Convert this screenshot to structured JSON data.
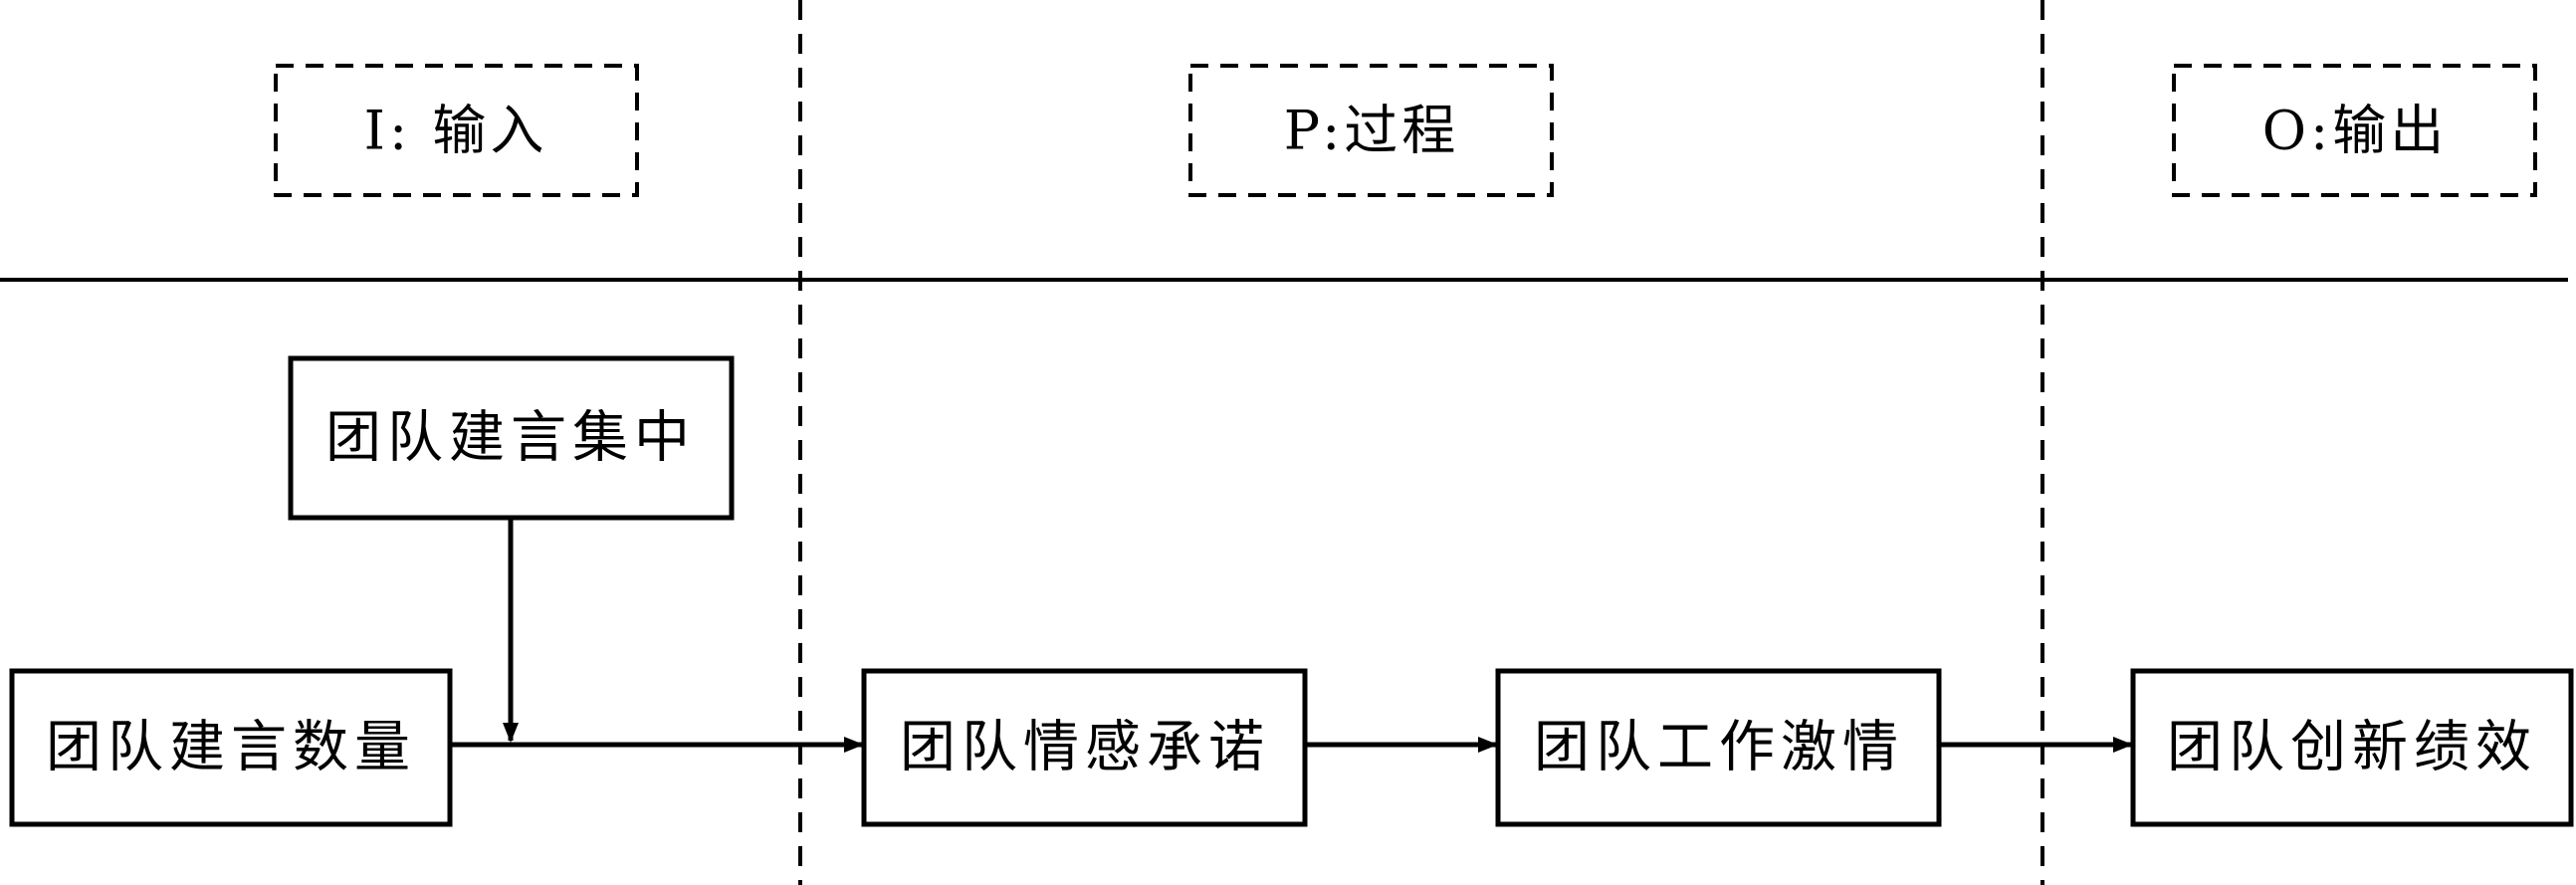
{
  "diagram": {
    "phases": {
      "input": "I: 输入",
      "process": "P:过程",
      "output": "O:输出"
    },
    "nodes": {
      "concentration": "团队建言集中",
      "quantity": "团队建言数量",
      "commitment": "团队情感承诺",
      "passion": "团队工作激情",
      "performance": "团队创新绩效"
    },
    "edges": [
      {
        "from": "concentration",
        "to": "quantity-commitment-link"
      },
      {
        "from": "quantity",
        "to": "commitment"
      },
      {
        "from": "commitment",
        "to": "passion"
      },
      {
        "from": "passion",
        "to": "performance"
      }
    ],
    "colors": {
      "stroke": "#000000",
      "background": "#ffffff"
    }
  }
}
